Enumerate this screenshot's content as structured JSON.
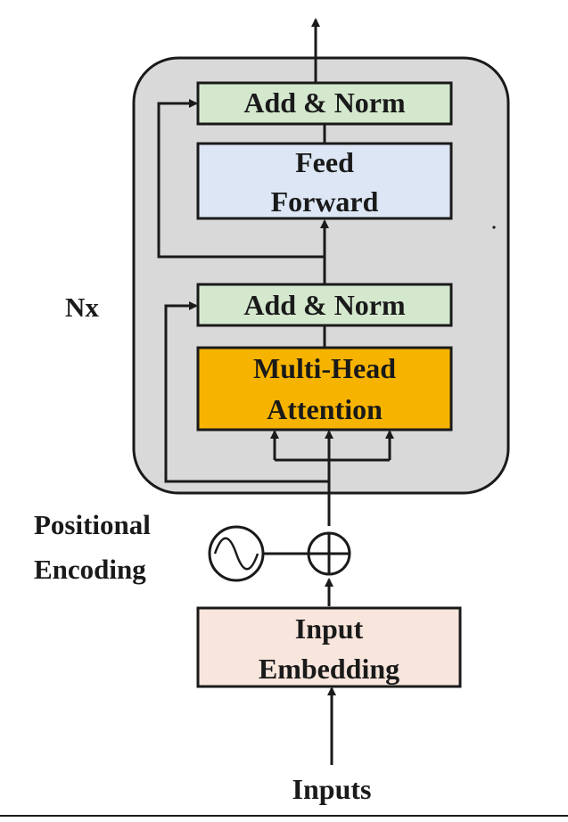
{
  "diagram": {
    "repeat_label": "Nx",
    "blocks": {
      "add_norm_top": "Add & Norm",
      "feed_forward": [
        "Feed",
        "Forward"
      ],
      "add_norm_bottom": "Add & Norm",
      "attention": [
        "Multi-Head",
        "Attention"
      ],
      "embedding": [
        "Input",
        "Embedding"
      ]
    },
    "positional_encoding": [
      "Positional",
      "Encoding"
    ],
    "inputs_label": "Inputs",
    "colors": {
      "add_norm": "#d4e8ce",
      "feed_forward": "#dce6f4",
      "attention": "#f6b300",
      "embedding": "#f8e5dc",
      "container": "#d9d9d9",
      "stroke": "#1a1a1a"
    },
    "icons": [
      "sine-wave-icon",
      "sum-circle-icon",
      "arrow-icon"
    ]
  }
}
